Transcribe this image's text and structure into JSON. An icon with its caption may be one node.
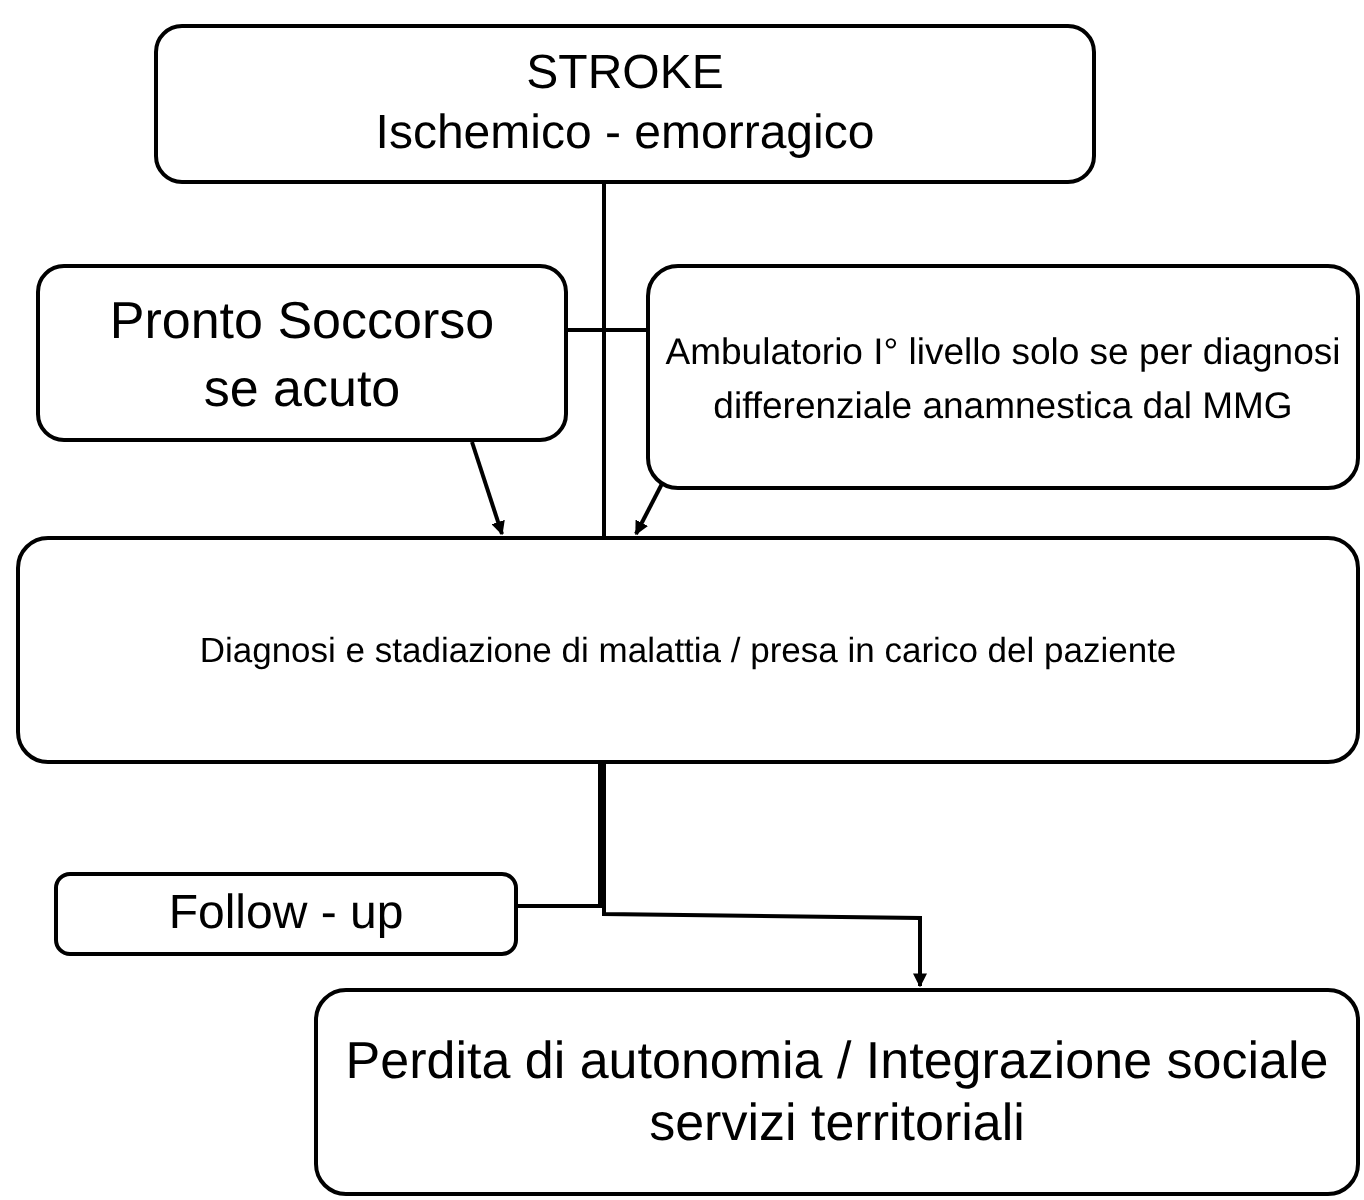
{
  "diagram": {
    "nodes": [
      {
        "text": [
          "STROKE",
          "Ischemico - emorragico"
        ]
      },
      {
        "text": [
          "Pronto Soccorso se acuto"
        ]
      },
      {
        "text": [
          "Ambulatorio I° livello solo se per diagnosi differenziale anamnestica dal MMG"
        ]
      },
      {
        "text": [
          "Diagnosi e stadiazione di malattia / presa in carico del paziente"
        ]
      },
      {
        "text": [
          "Follow - up"
        ]
      },
      {
        "text": [
          "Perdita di autonomia / Integrazione sociale servizi territoriali"
        ]
      }
    ],
    "edges": [
      {
        "from": 0,
        "to": 3,
        "arrow": "none"
      },
      {
        "from": 1,
        "to": 2,
        "arrow": "none"
      },
      {
        "from": 1,
        "to": 3,
        "arrow": "to"
      },
      {
        "from": 2,
        "to": 3,
        "arrow": "to"
      },
      {
        "from": 3,
        "to": 5,
        "arrow": "to"
      },
      {
        "from": 4,
        "to": 3,
        "arrow": "none"
      }
    ]
  }
}
